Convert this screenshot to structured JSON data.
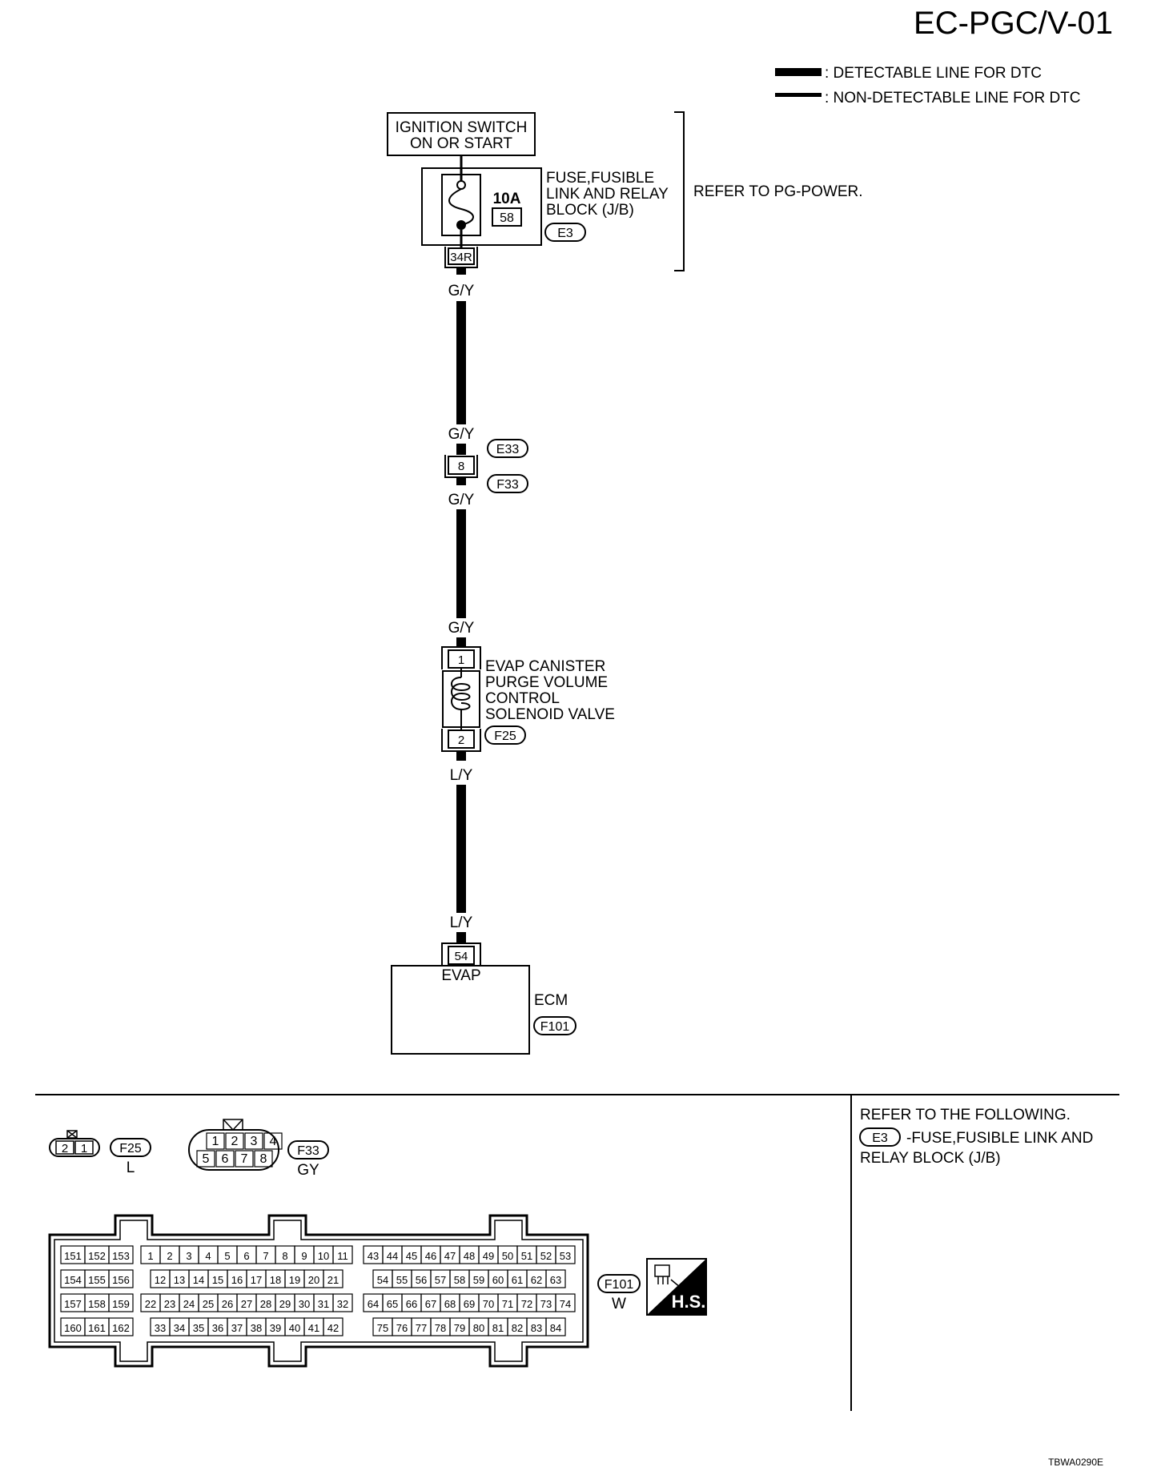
{
  "page_title": "EC-PGC/V-01",
  "legend": {
    "detectable": ": DETECTABLE LINE FOR DTC",
    "non_detectable": ": NON-DETECTABLE LINE FOR DTC"
  },
  "ignition_switch": {
    "line1": "IGNITION SWITCH",
    "line2": "ON OR START"
  },
  "fuse_block": {
    "amp": "10A",
    "fuse_no": "58",
    "line1": "FUSE,FUSIBLE",
    "line2": "LINK AND RELAY",
    "line3": "BLOCK (J/B)",
    "connector": "E3",
    "terminal": "34R"
  },
  "refer_power": "REFER TO PG-POWER.",
  "wires": {
    "w1_top": "G/Y",
    "w1_bottom": "G/Y",
    "w2_top": "G/Y",
    "w2_bottom": "G/Y",
    "w3_top": "L/Y",
    "w3_bottom": "L/Y"
  },
  "joint": {
    "pin": "8",
    "conn_top": "E33",
    "conn_bottom": "F33"
  },
  "solenoid": {
    "pin_in": "1",
    "pin_out": "2",
    "line1": "EVAP CANISTER",
    "line2": "PURGE VOLUME",
    "line3": "CONTROL",
    "line4": "SOLENOID VALVE",
    "connector": "F25"
  },
  "ecm": {
    "pin": "54",
    "signal": "EVAP",
    "label": "ECM",
    "connector": "F101"
  },
  "connectors": {
    "f25": {
      "pins": [
        "2",
        "1"
      ],
      "label": "F25",
      "color": "L"
    },
    "f33": {
      "pins_top": [
        "1",
        "2",
        "3",
        "4"
      ],
      "pins_bottom": [
        "5",
        "6",
        "7",
        "8"
      ],
      "label": "F33",
      "color": "GY"
    },
    "f101": {
      "label": "F101",
      "color": "W",
      "left": [
        [
          "151",
          "152",
          "153"
        ],
        [
          "154",
          "155",
          "156"
        ],
        [
          "157",
          "158",
          "159"
        ],
        [
          "160",
          "161",
          "162"
        ]
      ],
      "mid": [
        [
          "1",
          "2",
          "3",
          "4",
          "5",
          "6",
          "7",
          "8",
          "9",
          "10",
          "11"
        ],
        [
          "12",
          "13",
          "14",
          "15",
          "16",
          "17",
          "18",
          "19",
          "20",
          "21"
        ],
        [
          "22",
          "23",
          "24",
          "25",
          "26",
          "27",
          "28",
          "29",
          "30",
          "31",
          "32"
        ],
        [
          "33",
          "34",
          "35",
          "36",
          "37",
          "38",
          "39",
          "40",
          "41",
          "42"
        ]
      ],
      "right": [
        [
          "43",
          "44",
          "45",
          "46",
          "47",
          "48",
          "49",
          "50",
          "51",
          "52",
          "53"
        ],
        [
          "54",
          "55",
          "56",
          "57",
          "58",
          "59",
          "60",
          "61",
          "62",
          "63"
        ],
        [
          "64",
          "65",
          "66",
          "67",
          "68",
          "69",
          "70",
          "71",
          "72",
          "73",
          "74"
        ],
        [
          "75",
          "76",
          "77",
          "78",
          "79",
          "80",
          "81",
          "82",
          "83",
          "84"
        ]
      ]
    }
  },
  "hs_badge": "H.S.",
  "refer_following": {
    "title": "REFER TO THE FOLLOWING.",
    "connector": "E3",
    "text1": "-FUSE,FUSIBLE LINK AND",
    "text2": "RELAY BLOCK (J/B)"
  },
  "figure_code": "TBWA0290E"
}
